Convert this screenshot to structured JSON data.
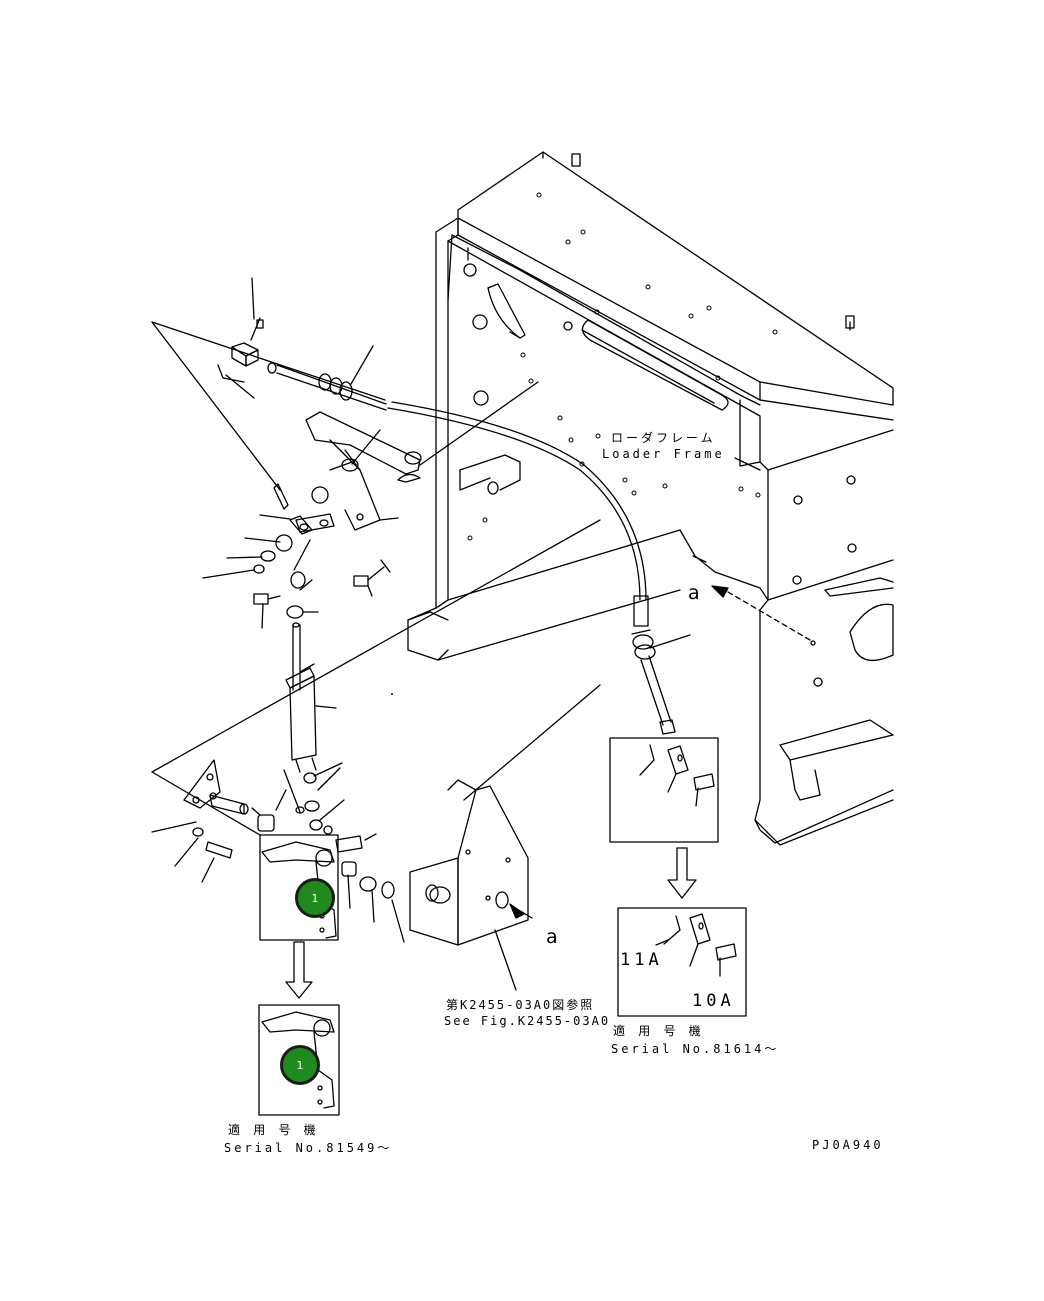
{
  "labels": {
    "loader_frame_jp": "ローダフレーム",
    "loader_frame_en": "Loader Frame",
    "arrow_a_top": "a",
    "arrow_a_bottom": "a",
    "see_fig_jp": "第K2455-03A0図参照",
    "see_fig_en": "See Fig.K2455-03A0",
    "part_11a": "11A",
    "part_10a": "10A",
    "serial_right_jp": "適 用 号 機",
    "serial_right_en": "Serial No.81614～",
    "serial_left_jp": "適 用 号 機",
    "serial_left_en": "Serial No.81549～",
    "drawing_code": "PJ0A940"
  },
  "hotspots": [
    {
      "label": "1"
    },
    {
      "label": "1"
    }
  ],
  "colors": {
    "line": "#000000",
    "hotspot_fill": "#1f8b1f",
    "hotspot_border": "#1b1b1b",
    "background": "#ffffff"
  }
}
